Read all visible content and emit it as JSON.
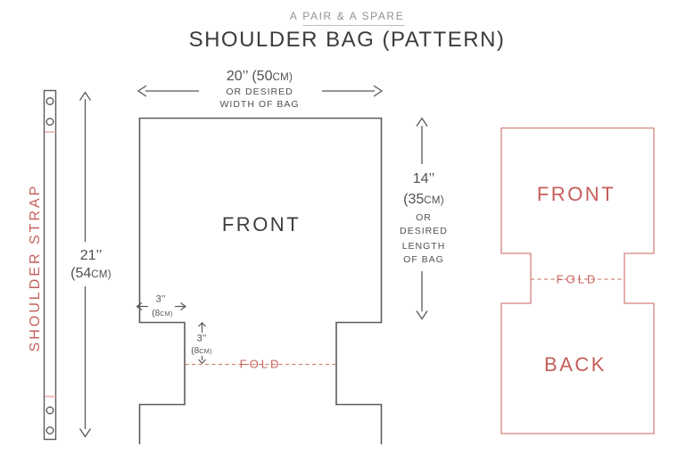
{
  "brand": {
    "prefix": "A",
    "name": "PAIR & A SPARE"
  },
  "title": "SHOULDER BAG (PATTERN)",
  "strap": {
    "label": "SHOULDER STRAP"
  },
  "dimensions": {
    "strap_length": {
      "value": "21’’",
      "metric": "(54",
      "unit": "CM)"
    },
    "bag_width": {
      "value": "20’’ (50",
      "unit": "CM)",
      "note1": "OR DESIRED",
      "note2": "WIDTH OF BAG"
    },
    "bag_length": {
      "value": "14’’",
      "metric": "(35",
      "unit": "CM)",
      "note1": "OR",
      "note2": "DESIRED",
      "note3": "LENGTH",
      "note4": "OF BAG"
    },
    "notch_width": {
      "value": "3’’",
      "metric": "(8",
      "unit": "CM)"
    },
    "notch_depth": {
      "value": "3’’",
      "metric": "(8",
      "unit": "CM)"
    }
  },
  "main_pattern": {
    "label": "FRONT",
    "fold": "FOLD"
  },
  "mini_pattern": {
    "front": "FRONT",
    "back": "BACK",
    "fold": "FOLD"
  },
  "colors": {
    "ink": "#3c3c3e",
    "line": "#5b5b5d",
    "red": "#c4615d",
    "red_dash": "#d28379",
    "pink_tick": "#efc3be",
    "logo_gray": "#8f9194"
  }
}
